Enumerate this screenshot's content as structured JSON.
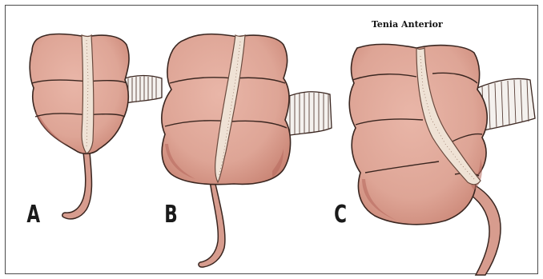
{
  "figure": {
    "caption": "Tenia Anterior",
    "panels": [
      {
        "id": "A",
        "label": "A"
      },
      {
        "id": "B",
        "label": "B"
      },
      {
        "id": "C",
        "label": "C"
      }
    ],
    "colors": {
      "tissue": "#dea596",
      "tissue_shadow": "#b7685c",
      "tenia": "#efe2d5",
      "outline": "#3a2620",
      "background": "#ffffff"
    }
  }
}
